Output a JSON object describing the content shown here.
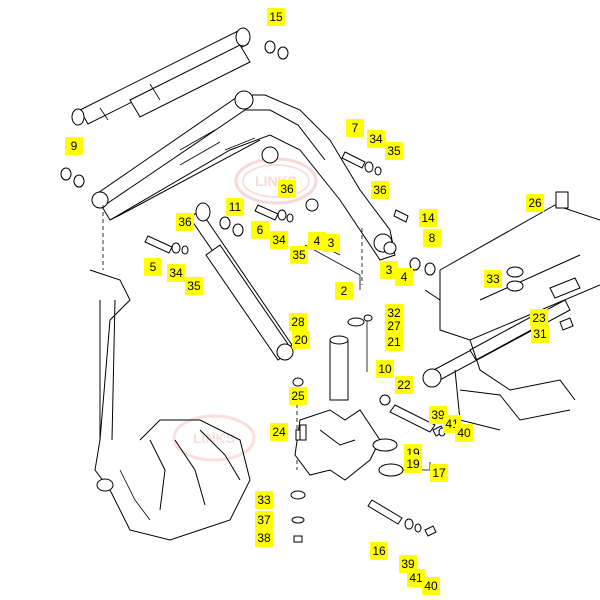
{
  "labels": {
    "p15": "15",
    "p9": "9",
    "p7": "7",
    "p34a": "34",
    "p35a": "35",
    "p36a": "36",
    "p36b": "36",
    "p36c": "36",
    "p11": "11",
    "p14": "14",
    "p6": "6",
    "p34b": "34",
    "p4a": "4",
    "p3a": "3",
    "p8": "8",
    "p35b": "35",
    "p5": "5",
    "p34c": "34",
    "p35c": "35",
    "p3b": "3",
    "p4b": "4",
    "p26": "26",
    "p33a": "33",
    "p2": "2",
    "p32": "32",
    "p28": "28",
    "p27": "27",
    "p20": "20",
    "p21": "21",
    "p23": "23",
    "p31": "31",
    "p10": "10",
    "p22": "22",
    "p25": "25",
    "p39a": "39",
    "p41a": "41",
    "p40a": "40",
    "p24": "24",
    "p19a": "19",
    "p19b": "19",
    "p17": "17",
    "p33b": "33",
    "p37": "37",
    "p38": "38",
    "p16": "16",
    "p39b": "39",
    "p41b": "41",
    "p40b": "40"
  },
  "colors": {
    "tag_background": "#ffff00",
    "tag_text": "#000000",
    "line": "#000000",
    "watermark": "#f3b9b9"
  },
  "watermark_text": "LINKS"
}
